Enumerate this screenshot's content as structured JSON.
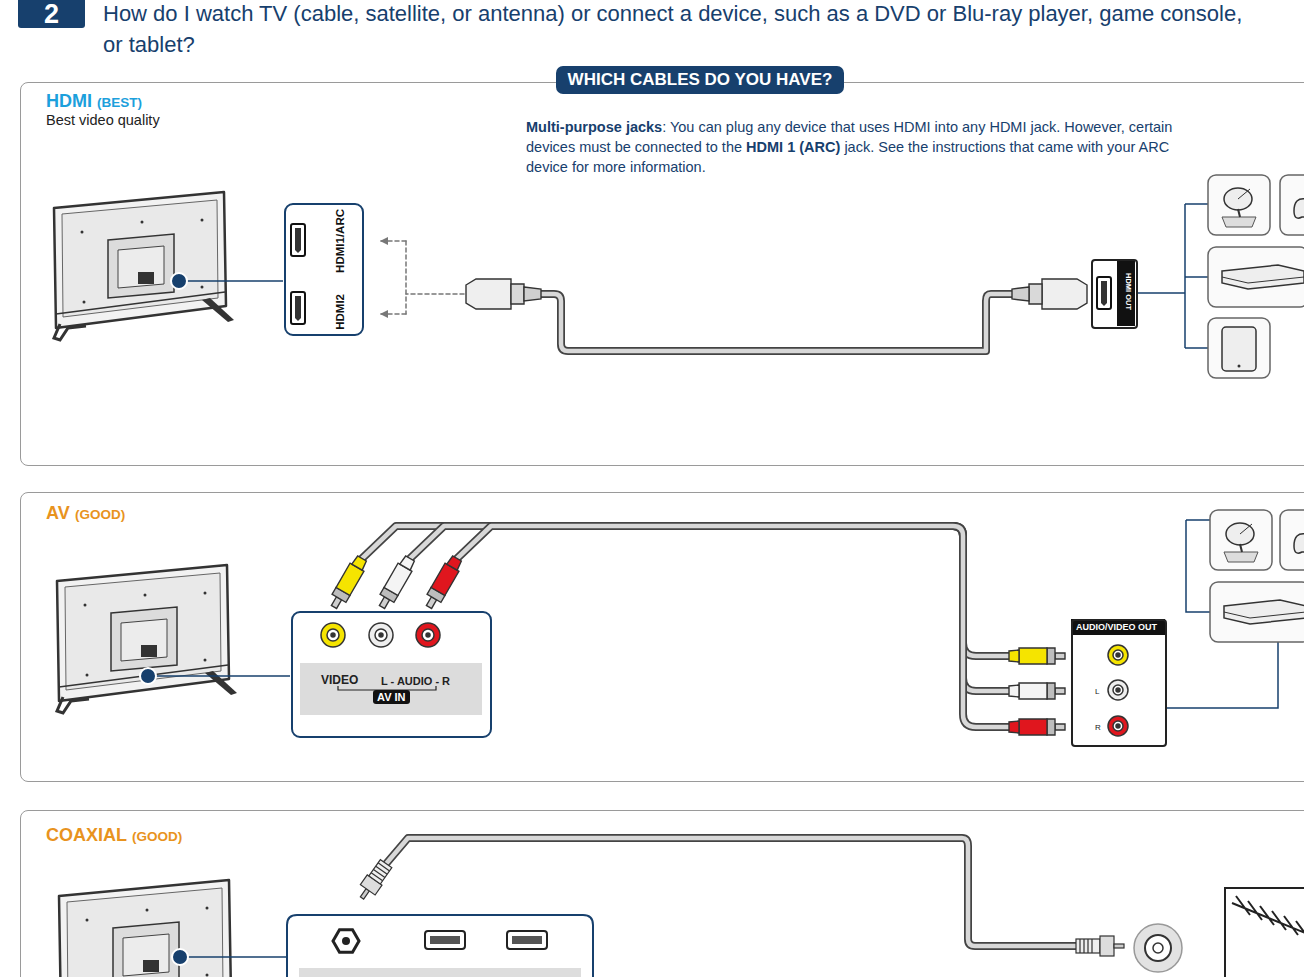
{
  "diagram": {
    "title": "How do I watch TV (cable, satellite, or antenna) or connect a device, such as a DVD or Blu-ray player, game console, or tablet?",
    "nodes": [
      {
        "text": [
          "WHICH CABLES DO YOU HAVE?"
        ]
      },
      {
        "text": [
          "HDMI",
          "(BEST)",
          "Best video quality"
        ]
      },
      {
        "text": [
          "HDMI1/ARC",
          "HDMI2"
        ],
        "in": 1
      },
      {
        "text": [
          "HDMI OUT"
        ],
        "in": 1
      },
      {
        "text": [
          "AV",
          "(GOOD)"
        ]
      },
      {
        "text": [
          "VIDEO",
          "L - AUDIO - R",
          "AV IN"
        ],
        "in": 4
      },
      {
        "text": [
          "AUDIO/VIDEO OUT",
          "L",
          "R"
        ],
        "in": 4
      },
      {
        "text": [
          "COAXIAL",
          "(GOOD)"
        ]
      }
    ],
    "edges": [
      {
        "from": 3,
        "to": 2,
        "arrow": "to"
      },
      {
        "from": 6,
        "to": 5,
        "arrow": "none"
      },
      {
        "from": 6,
        "to": 5,
        "arrow": "none"
      },
      {
        "from": 6,
        "to": 5,
        "arrow": "none"
      }
    ],
    "labels": [
      "2",
      "Multi-purpose jacks",
      ": You can plug any device that uses HDMI into any HDMI jack. However, certain devices must be connected to the",
      "HDMI 1 (ARC)",
      "jack. See the instructions that came with your ARC device for more information."
    ]
  }
}
